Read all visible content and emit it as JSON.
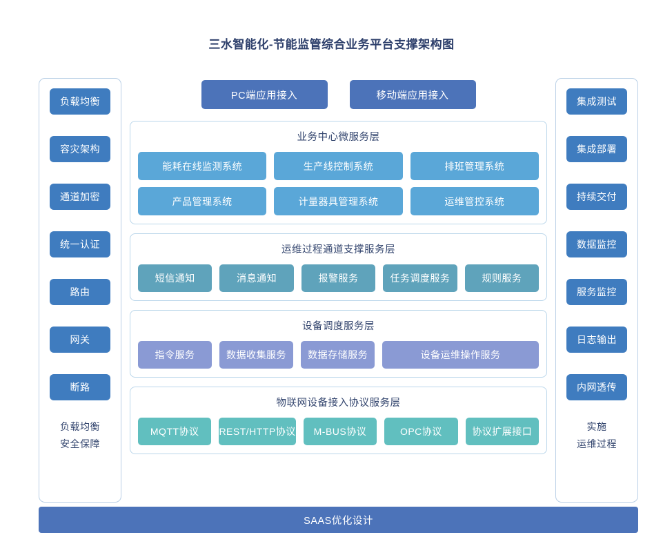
{
  "title": "三水智能化-节能监管综合业务平台支撑架构图",
  "colors": {
    "title_text": "#2d3f6b",
    "sidebar_button": "#3f7cbf",
    "access_button": "#4c73b9",
    "business_card": "#5aa7d8",
    "ops_card": "#5fa3bb",
    "device_card": "#8a9ad4",
    "iot_card": "#61bfbf",
    "panel_border": "#bad6ea",
    "saas_bar": "#4c73b9"
  },
  "left_sidebar": {
    "items": [
      {
        "label": "负载均衡"
      },
      {
        "label": "容灾架构"
      },
      {
        "label": "通道加密"
      },
      {
        "label": "统一认证"
      },
      {
        "label": "路由"
      },
      {
        "label": "网关"
      },
      {
        "label": "断路"
      }
    ],
    "footer_line1": "负载均衡",
    "footer_line2": "安全保障"
  },
  "right_sidebar": {
    "items": [
      {
        "label": "集成测试"
      },
      {
        "label": "集成部署"
      },
      {
        "label": "持续交付"
      },
      {
        "label": "数据监控"
      },
      {
        "label": "服务监控"
      },
      {
        "label": "日志输出"
      },
      {
        "label": "内网透传"
      }
    ],
    "footer_line1": "实施",
    "footer_line2": "运维过程"
  },
  "access": {
    "pc": "PC端应用接入",
    "mobile": "移动端应用接入"
  },
  "layers": [
    {
      "key": "business",
      "title": "业务中心微服务层",
      "row1": [
        "能耗在线监测系统",
        "生产线控制系统",
        "排班管理系统"
      ],
      "row2": [
        "产品管理系统",
        "计量器具管理系统",
        "运维管控系统"
      ]
    },
    {
      "key": "ops",
      "title": "运维过程通道支撑服务层",
      "row1": [
        "短信通知",
        "消息通知",
        "报警服务",
        "任务调度服务",
        "规则服务"
      ]
    },
    {
      "key": "device",
      "title": "设备调度服务层",
      "row1": [
        "指令服务",
        "数据收集服务",
        "数据存储服务",
        "设备运维操作服务"
      ]
    },
    {
      "key": "iot",
      "title": "物联网设备接入协议服务层",
      "row1": [
        "MQTT协议",
        "REST/HTTP协议",
        "M-BUS协议",
        "OPC协议",
        "协议扩展接口"
      ]
    }
  ],
  "saas_bar": "SAAS优化设计"
}
